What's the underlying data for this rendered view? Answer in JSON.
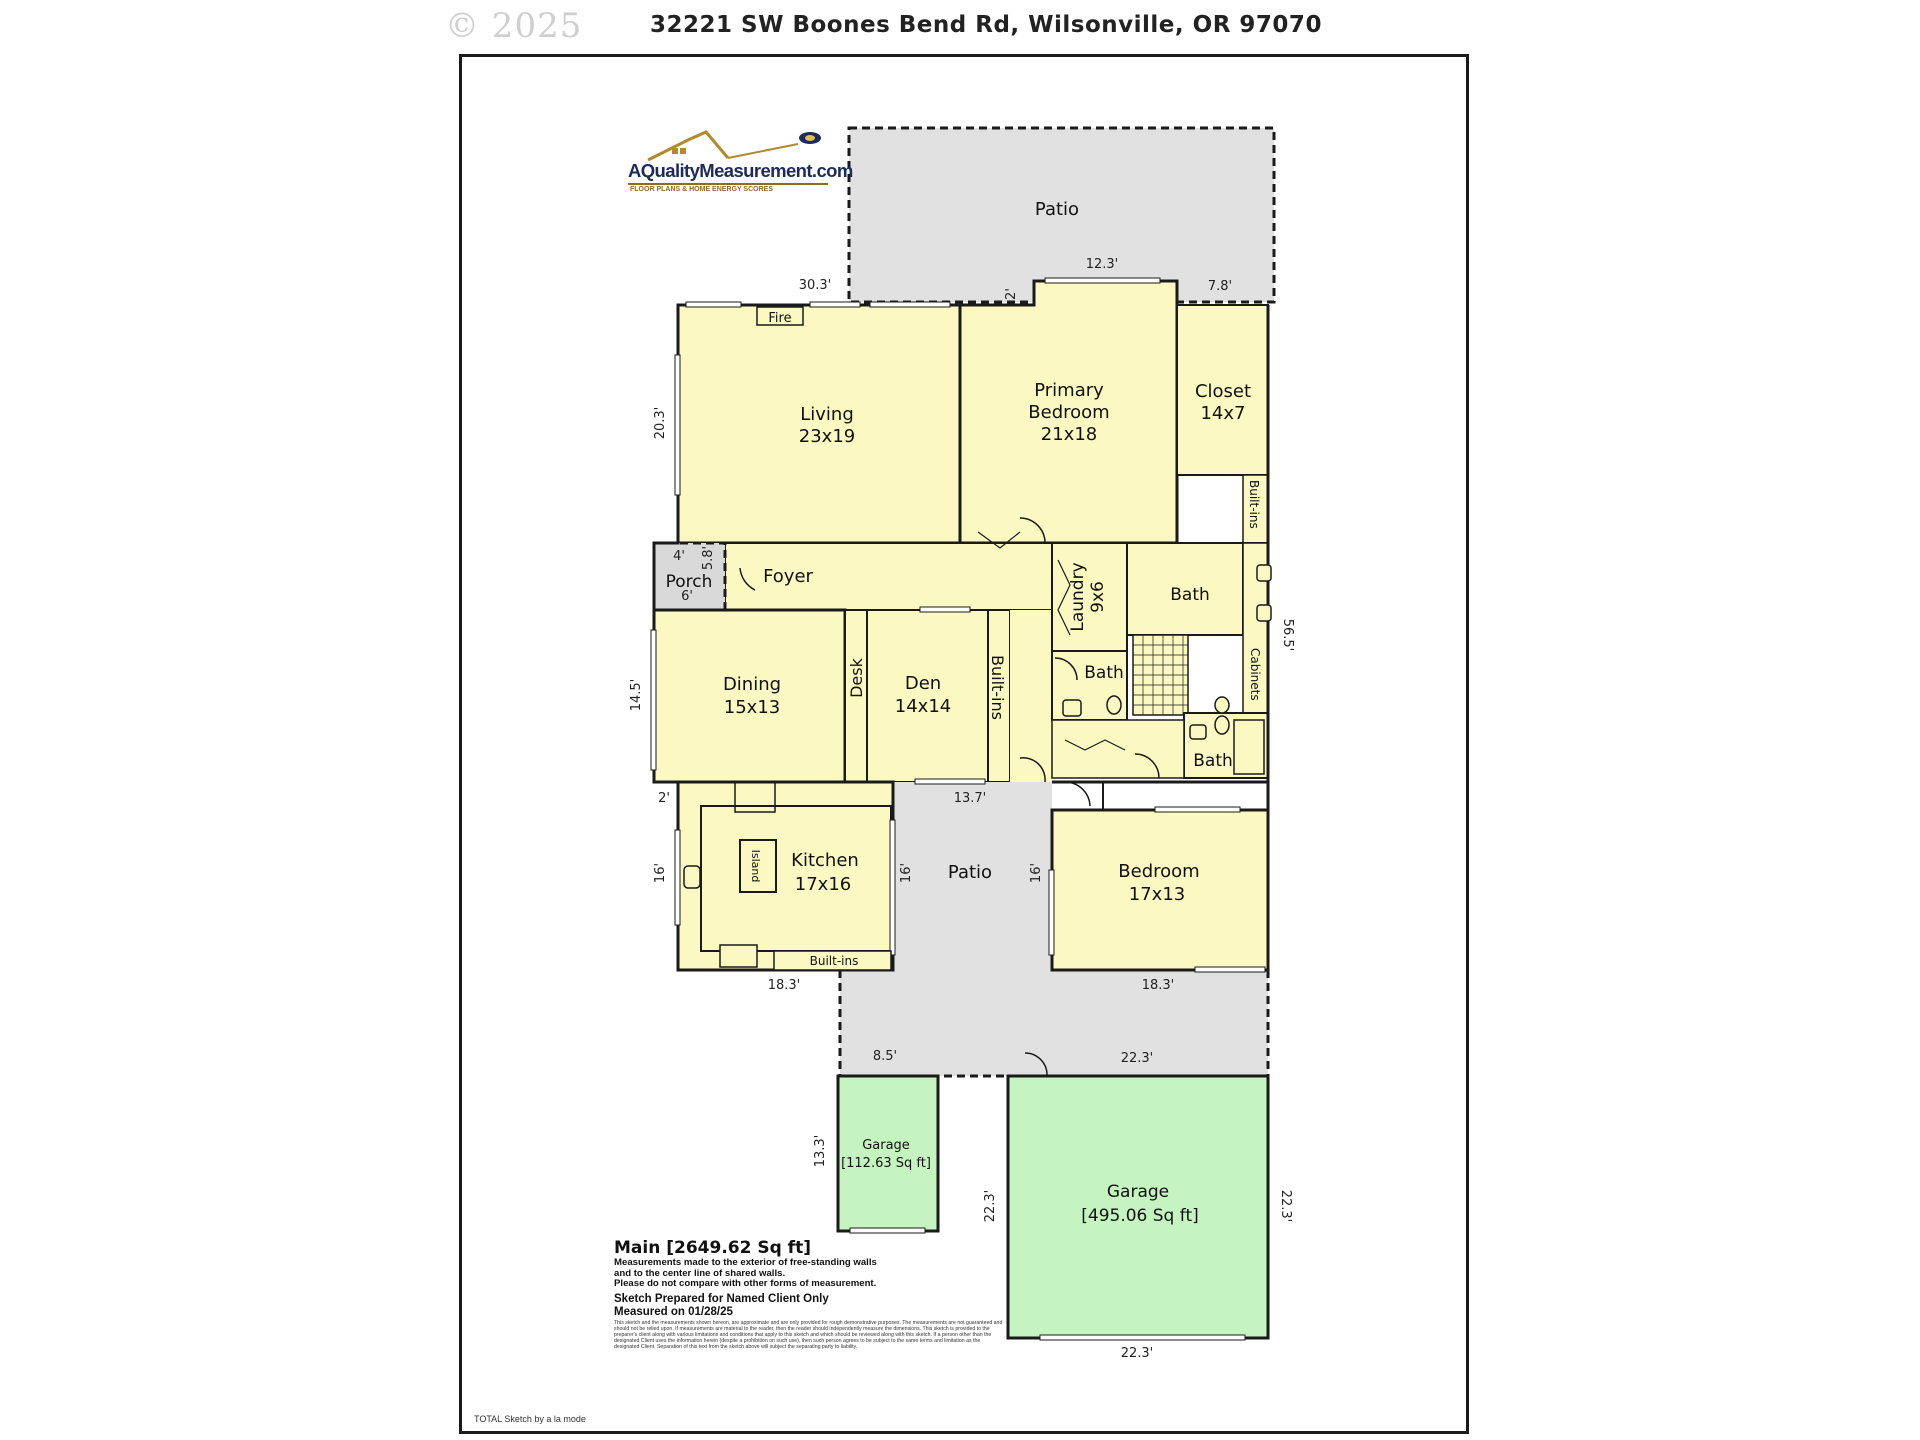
{
  "header": {
    "copyright": "© 2025",
    "address": "32221 SW Boones Bend Rd, Wilsonville, OR 97070"
  },
  "logo": {
    "name": "AQualityMeasurement.com",
    "tagline": "FLOOR PLANS & HOME ENERGY SCORES"
  },
  "rooms": {
    "patio_top": "Patio",
    "living": {
      "name": "Living",
      "size": "23x19"
    },
    "fire": "Fire",
    "primary_bedroom": {
      "name1": "Primary",
      "name2": "Bedroom",
      "size": "21x18"
    },
    "closet": {
      "name": "Closet",
      "size": "14x7"
    },
    "builtins_right": "Built-ins",
    "porch": "Porch",
    "foyer": "Foyer",
    "laundry": {
      "name": "Laundry",
      "size": "9x6"
    },
    "bath_main": "Bath",
    "bath_half": "Bath",
    "bath_small": "Bath",
    "cabinets": "Cabinets",
    "dining": {
      "name": "Dining",
      "size": "15x13"
    },
    "desk": "Desk",
    "den": {
      "name": "Den",
      "size": "14x14"
    },
    "builtins_den": "Built-ins",
    "kitchen": {
      "name": "Kitchen",
      "size": "17x16"
    },
    "island": "Island",
    "builtins_kitchen": "Built-ins",
    "patio_mid": "Patio",
    "bedroom": {
      "name": "Bedroom",
      "size": "17x13"
    },
    "garage_small": {
      "name": "Garage",
      "area": "[112.63 Sq ft]"
    },
    "garage_large": {
      "name": "Garage",
      "area": "[495.06 Sq ft]"
    }
  },
  "dimensions": {
    "d_30_3": "30.3'",
    "d_2_top": "2'",
    "d_12_3": "12.3'",
    "d_7_8": "7.8'",
    "d_20_3": "20.3'",
    "d_4": "4'",
    "d_5_8": "5.8'",
    "d_6": "6'",
    "d_56_5": "56.5'",
    "d_14_5": "14.5'",
    "d_2_mid": "2'",
    "d_13_7": "13.7'",
    "d_16_a": "16'",
    "d_16_b": "16'",
    "d_16_c": "16'",
    "d_18_3_a": "18.3'",
    "d_18_3_b": "18.3'",
    "d_8_5": "8.5'",
    "d_22_3_a": "22.3'",
    "d_13_3": "13.3'",
    "d_22_3_b": "22.3'",
    "d_22_3_c": "22.3'",
    "d_22_3_d": "22.3'"
  },
  "notes": {
    "main_area": "Main [2649.62 Sq ft]",
    "line1": "Measurements made to the exterior of free-standing walls",
    "line2": "and to the center line of shared walls.",
    "line3": "Please do not compare with other forms of measurement.",
    "prepared": "Sketch Prepared for Named Client Only",
    "measured": "Measured on 01/28/25",
    "disclaimer": "This sketch and the measurements shown hereon, are approximate and are only provided for rough demonstrative purposes. The measurements are not guaranteed and should not be relied upon. If measurements are material to the reader, then the reader should independently measure the dimensions. This sketch is provided to the preparer's client along with various limitations and conditions that apply to this sketch and which should be reviewed along with this sketch. If a person other than the designated Client uses the information herein (despite a prohibition on such use), then such person agrees to be subject to the same terms and limitation as the designated Client. Separation of this text from the sketch above will subject the separating party to liability."
  },
  "footer": {
    "credit": "TOTAL Sketch by a la mode"
  },
  "colors": {
    "room_fill": "#fbf8c1",
    "patio_fill": "#e1e1e1",
    "porch_fill": "#d9d9d9",
    "garage_fill": "#c5f4c1",
    "wall": "#1a1a1a"
  }
}
